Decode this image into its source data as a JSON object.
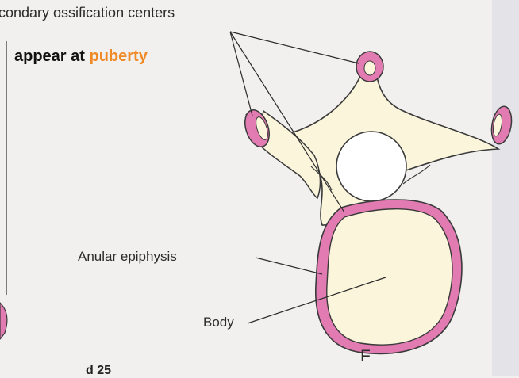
{
  "labels": {
    "secondary_centers": "condary ossification centers",
    "appear_prefix": "appear at ",
    "appear_highlight": "puberty",
    "anular_epiphysis": "Anular epiphysis",
    "body": "Body",
    "figure_letter": "F",
    "cropped_text": "d 25"
  },
  "colors": {
    "background": "#f1f0ee",
    "bone_fill": "#fbf5dc",
    "epiphysis_pink": "#e27bb1",
    "outline": "#3a3a3a",
    "highlight": "#f08a26"
  }
}
